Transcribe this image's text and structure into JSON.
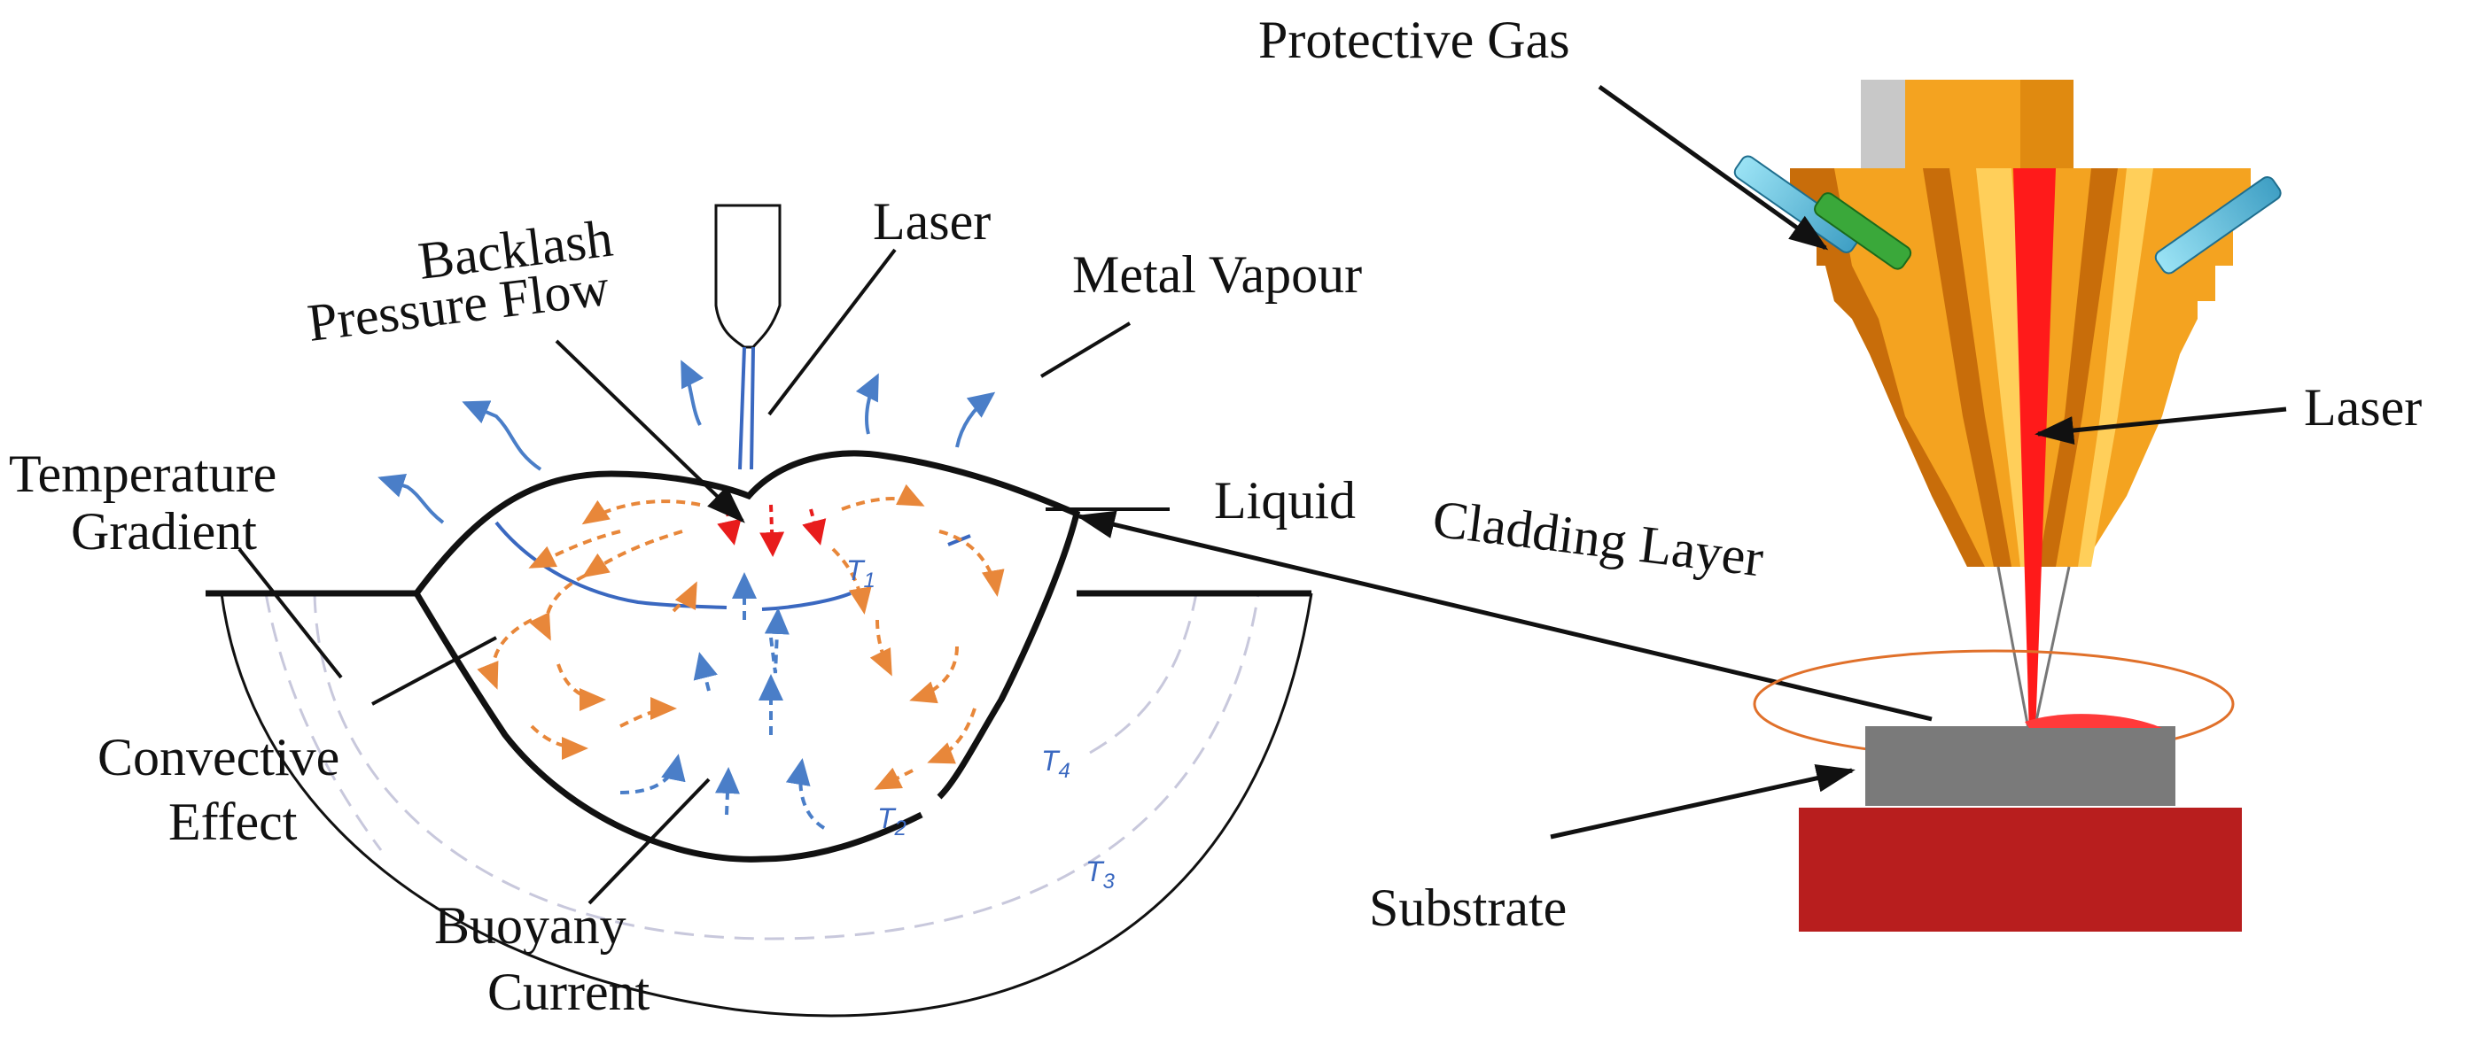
{
  "figure": {
    "labels": {
      "protective_gas": "Protective Gas",
      "backlash_line1": "Backlash",
      "backlash_line2": "Pressure Flow",
      "laser_left": "Laser",
      "metal_vapour": "Metal Vapour",
      "temperature_line1": "Temperature",
      "temperature_line2": "Gradient",
      "liquid": "Liquid",
      "convective_line1": "Convective",
      "convective_line2": "Effect",
      "buoyany_line1": "Buoyany",
      "buoyany_line2": "Current",
      "laser_right": "Laser",
      "cladding_layer": "Cladding Layer",
      "substrate": "Substrate"
    },
    "isotherms": [
      {
        "symbol": "T",
        "sub": "1"
      },
      {
        "symbol": "T",
        "sub": "2"
      },
      {
        "symbol": "T",
        "sub": "3"
      },
      {
        "symbol": "T",
        "sub": "4"
      }
    ],
    "colors": {
      "nozzle_orange": "#f4a320",
      "nozzle_dark": "#c86d0a",
      "nozzle_light": "#ffcf5a",
      "laser_red": "#ff1a1a",
      "gas_tube_blue": "#7ecfe8",
      "gas_tube_green": "#3aa83a",
      "substrate_red": "#b81e1e",
      "cladding_gray": "#7a7a7a",
      "flow_orange": "#e8873a",
      "vapour_blue": "#4a7ec8",
      "backlash_red": "#e81c1c",
      "outline": "#111111"
    }
  }
}
